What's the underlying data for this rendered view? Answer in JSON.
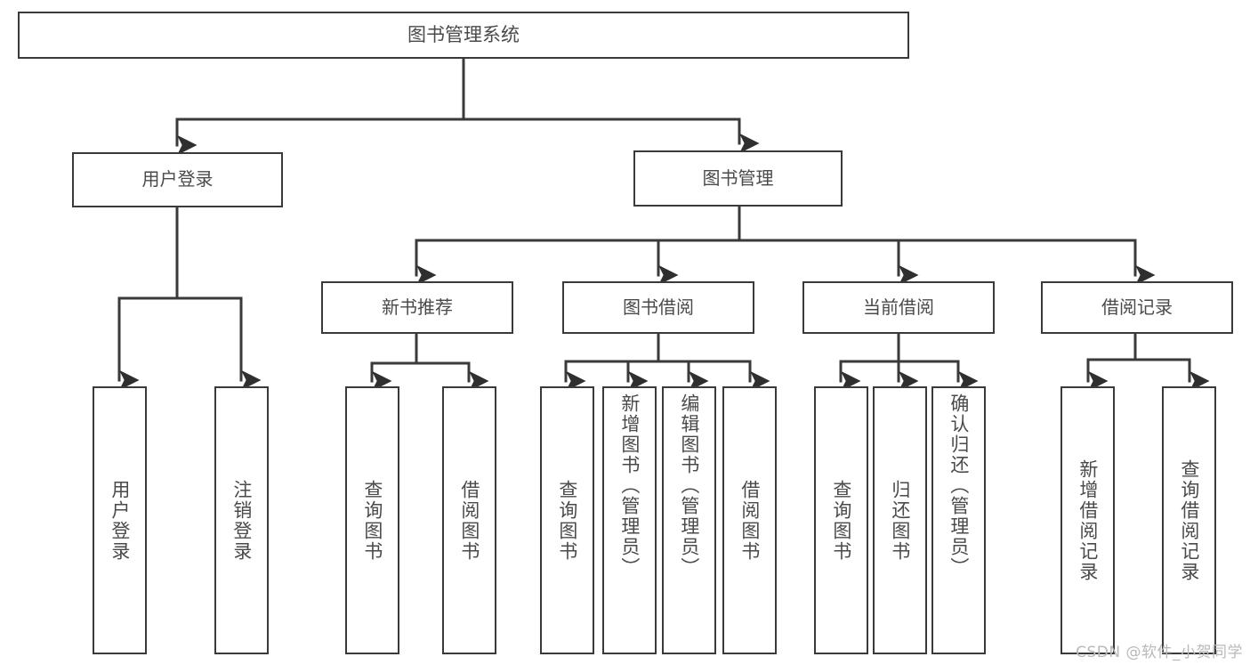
{
  "diagram": {
    "type": "tree",
    "title": "图书管理系统",
    "root": {
      "label": "图书管理系统"
    },
    "level1": [
      {
        "label": "用户登录"
      },
      {
        "label": "图书管理"
      }
    ],
    "level2": [
      {
        "label": "新书推荐"
      },
      {
        "label": "图书借阅"
      },
      {
        "label": "当前借阅"
      },
      {
        "label": "借阅记录"
      }
    ],
    "leaves": [
      {
        "label": "用户登录",
        "parent": "用户登录"
      },
      {
        "label": "注销登录",
        "parent": "用户登录"
      },
      {
        "label": "查询图书",
        "parent": "新书推荐"
      },
      {
        "label": "借阅图书",
        "parent": "新书推荐"
      },
      {
        "label": "查询图书",
        "parent": "图书借阅"
      },
      {
        "label": "新增图书（管理员）",
        "parent": "图书借阅"
      },
      {
        "label": "编辑图书（管理员）",
        "parent": "图书借阅"
      },
      {
        "label": "借阅图书",
        "parent": "图书借阅"
      },
      {
        "label": "查询图书",
        "parent": "当前借阅"
      },
      {
        "label": "归还图书",
        "parent": "当前借阅"
      },
      {
        "label": "确认归还（管理员）",
        "parent": "当前借阅"
      },
      {
        "label": "新增借阅记录",
        "parent": "借阅记录"
      },
      {
        "label": "查询借阅记录",
        "parent": "借阅记录"
      }
    ],
    "watermark": "CSDN @软件_小贺同学",
    "colors": {
      "stroke": "#3a3a3a",
      "text": "#4a4a4a",
      "background": "#ffffff",
      "watermark": "#b9b9b9"
    }
  }
}
